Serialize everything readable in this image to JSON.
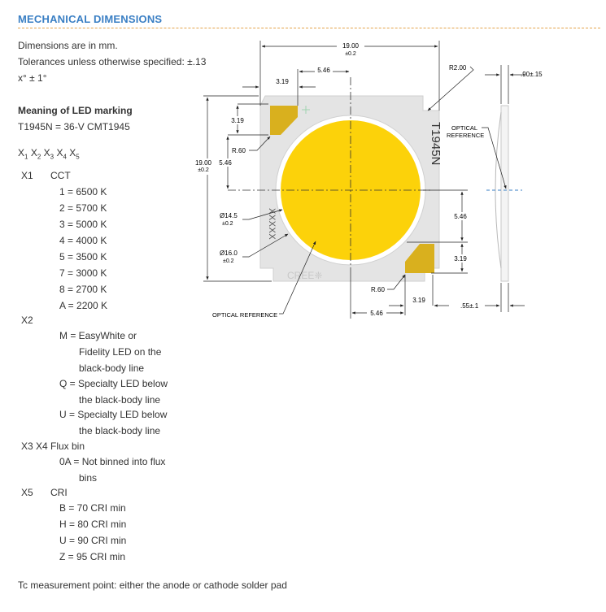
{
  "section_title": "MECHANICAL DIMENSIONS",
  "intro": {
    "units": "Dimensions are in mm.",
    "tolerance": "Tolerances unless otherwise specified: ±.13",
    "angle": "x° ± 1°"
  },
  "marking": {
    "heading": "Meaning of LED marking",
    "example": "T1945N = 36-V CMT1945",
    "positions": [
      "X",
      "X",
      "X",
      "X",
      "X"
    ],
    "position_subs": [
      "1",
      "2",
      "3",
      "4",
      "5"
    ],
    "x1": {
      "code": "X1",
      "name": "CCT",
      "options": [
        "1 = 6500 K",
        "2 = 5700 K",
        "3 = 5000 K",
        "4 = 4000 K",
        "5 = 3500 K",
        "7 = 3000 K",
        "8 = 2700 K",
        "A = 2200 K"
      ]
    },
    "x2": {
      "code": "X2",
      "options": [
        [
          "M = EasyWhite or",
          "Fidelity LED on the",
          "black-body line"
        ],
        [
          "Q = Specialty LED below",
          "the black-body line"
        ],
        [
          "U = Specialty LED below",
          "the black-body line"
        ]
      ]
    },
    "x3x4": {
      "code": "X3 X4",
      "name": "Flux bin",
      "options": [
        [
          "0A = Not binned into flux",
          "bins"
        ]
      ]
    },
    "x5": {
      "code": "X5",
      "name": "CRI",
      "options": [
        "B = 70 CRI min",
        "H = 80 CRI min",
        "U = 90 CRI min",
        "Z = 95 CRI min"
      ]
    }
  },
  "footnote": "Tc measurement point: either the anode or cathode solder pad",
  "drawing": {
    "dims": {
      "width": "19.00",
      "width_tol": "±0.2",
      "height": "19.00",
      "height_tol": "±0.2",
      "d546_top": "5.46",
      "d319_top": "3.19",
      "d319_left": "3.19",
      "r60_left": "R.60",
      "d546_left": "5.46",
      "r200": "R2.00",
      "dia145": "Ø14.5",
      "dia145_tol": "±0.2",
      "dia160": "Ø16.0",
      "dia160_tol": "±0.2",
      "d546_right": "5.46",
      "d319_right": "3.19",
      "r60_bottom": "R.60",
      "d319_bottom": "3.19",
      "d546_bottom": "5.46",
      "thk90": ".90±.15",
      "thk55": ".55±.1"
    },
    "part_marking": "T1945N",
    "marking_code": "XXXXX",
    "brand": "CREE❈",
    "optical_ref_side": [
      "OPTICAL",
      "REFERENCE"
    ],
    "optical_ref_bottom": "OPTICAL REFERENCE",
    "colors": {
      "led": "#fcd20a",
      "substrate": "#e4e4e4",
      "pad": "#d9b01e",
      "title": "#3a7fc4",
      "rule": "#e3a34a",
      "centerline": "#3a7fc4"
    }
  }
}
